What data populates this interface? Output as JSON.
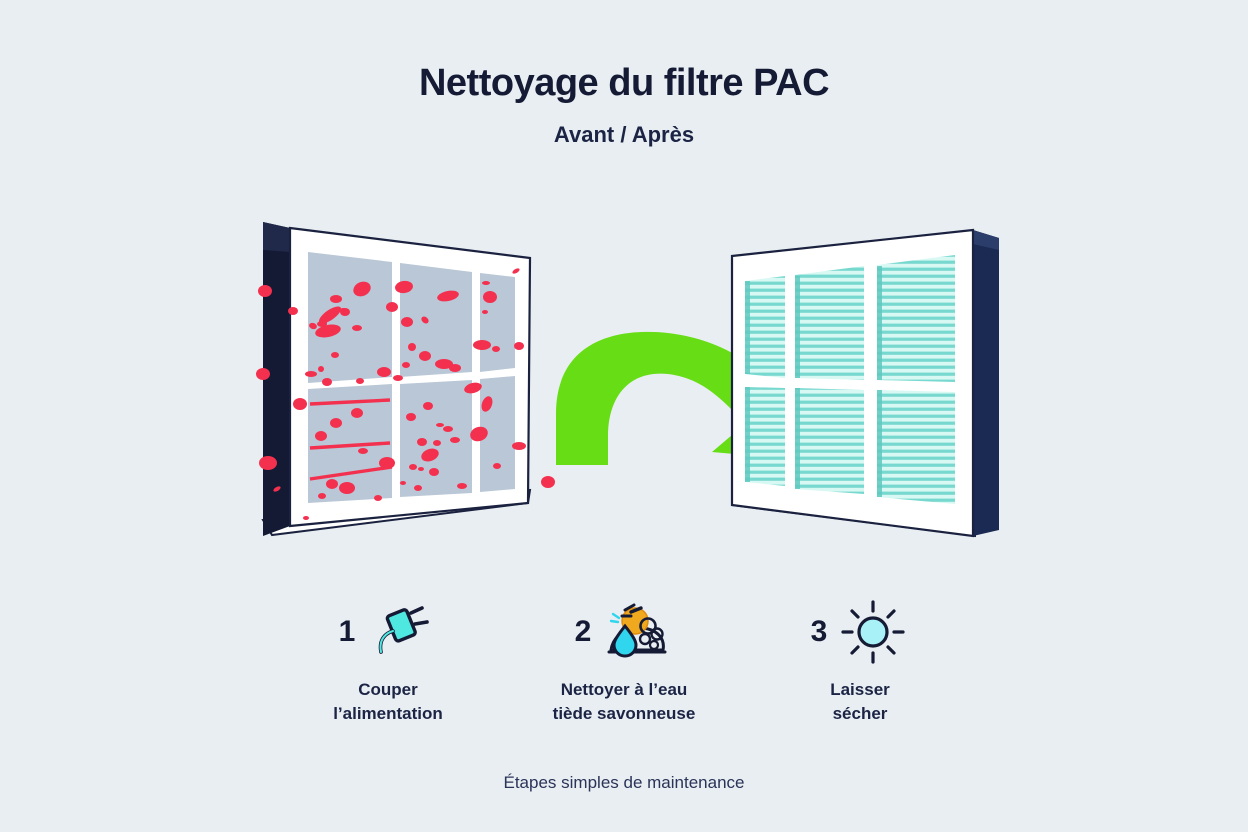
{
  "header": {
    "title": "Nettoyage du filtre PAC",
    "subtitle": "Avant / Après"
  },
  "footer": {
    "caption": "Étapes simples de maintenance"
  },
  "illustration": {
    "before": {
      "label": "dirty-filter",
      "panel_rows": 2,
      "panel_cols": 3,
      "frame_color": "#ffffff",
      "panel_color": "#b9c7d6",
      "edge_color": "#141a33",
      "dirt_color": "#f4304f",
      "outline_color": "#1b2240"
    },
    "after": {
      "label": "clean-filter",
      "panel_rows": 2,
      "panel_cols": 3,
      "frame_color": "#ffffff",
      "panel_color": "#cdf6f0",
      "pleat_color": "#73d5cc",
      "edge_color": "#1a2a52",
      "outline_color": "#1b2240"
    },
    "arrow": {
      "label": "transformation-arrow",
      "color": "#66dd14",
      "direction": "left-to-right"
    }
  },
  "steps": [
    {
      "number": "1",
      "icon": "power-plug-icon",
      "icon_color": "#4fe8e0",
      "label": "Couper\nl’alimentation"
    },
    {
      "number": "2",
      "icon": "soap-water-icon",
      "icon_color": "#f0a81e",
      "label": "Nettoyer à l’eau\ntiède savonneuse"
    },
    {
      "number": "3",
      "icon": "sun-dry-icon",
      "icon_color": "#a8f2f7",
      "label": "Laisser\nsécher"
    }
  ],
  "colors": {
    "background": "#e9eef2",
    "ink": "#151a35",
    "accent_green": "#66dd14",
    "accent_cyan": "#4fe8e0",
    "dirt_red": "#f4304f"
  }
}
